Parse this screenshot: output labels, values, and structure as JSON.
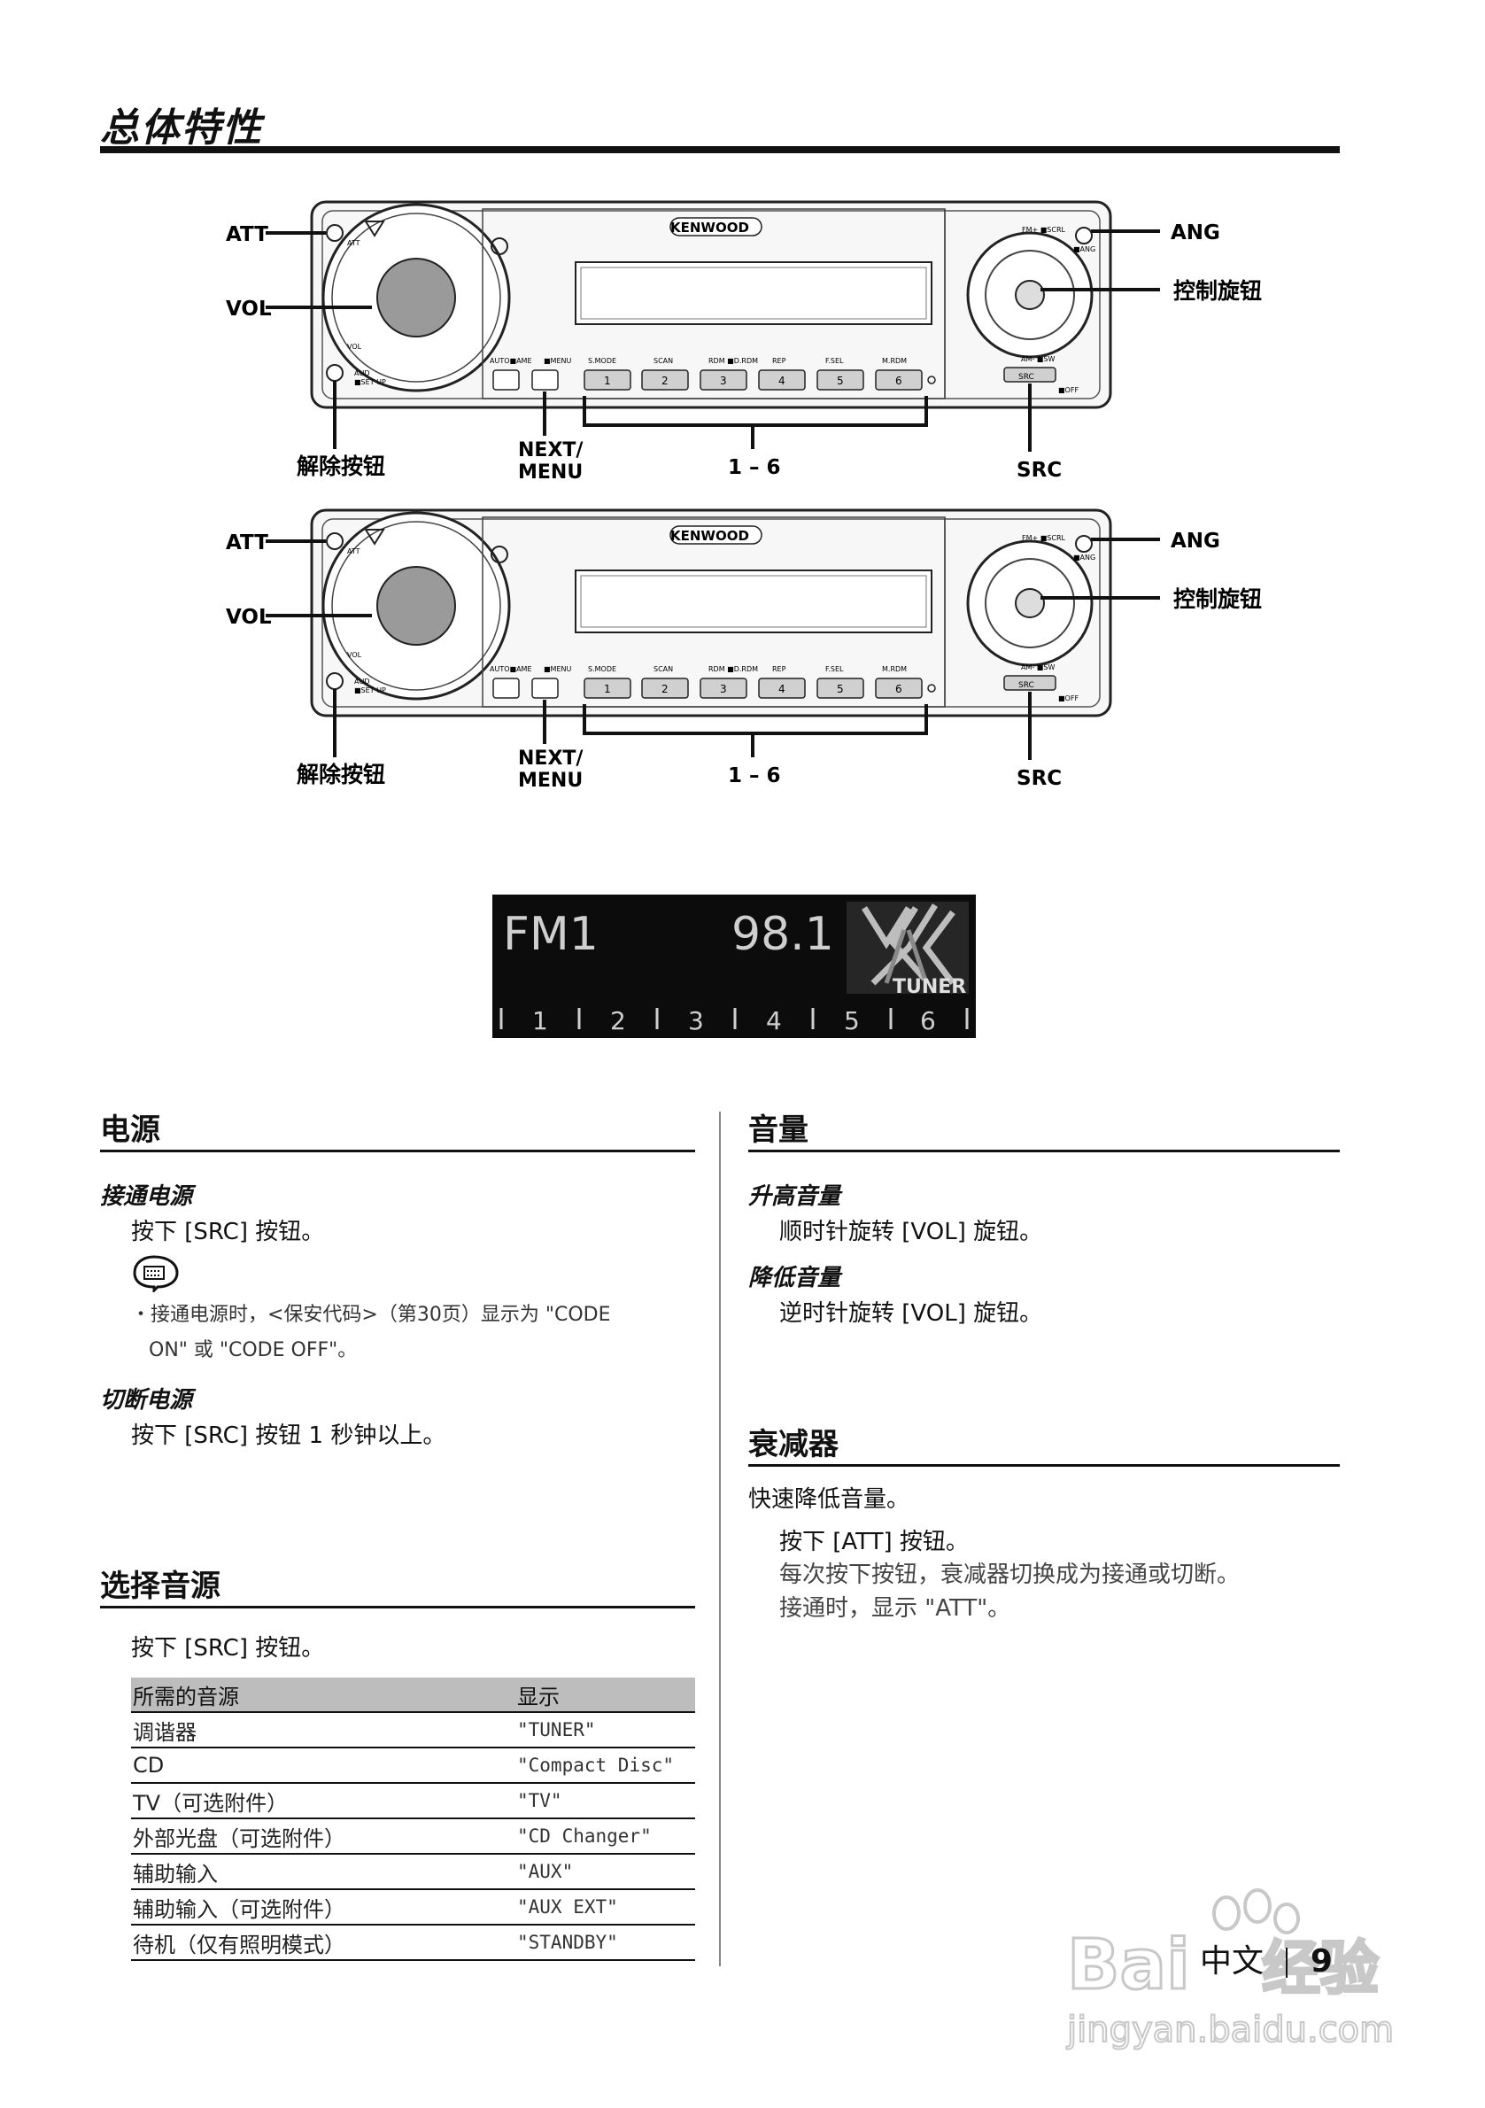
{
  "page": {
    "title": "总体特性",
    "page_label": "中文",
    "page_number": "9"
  },
  "diagram": {
    "brand": "KENWOOD",
    "labels": {
      "att": "ATT",
      "vol": "VOL",
      "release": "解除按钮",
      "ang": "ANG",
      "control_knob": "控制旋钮",
      "next": "NEXT/",
      "menu": "MENU",
      "presets": "1 – 6",
      "src": "SRC"
    },
    "panel_text": {
      "att_small": "ATT",
      "vol_small": "VOL",
      "aud_small": "AUD",
      "setup_small": "■SET UP",
      "auto": "AUTO■AME",
      "menu_small": "■MENU",
      "btn_labels": [
        "S.MODE",
        "SCAN",
        "RDM\n■D.RDM",
        "REP",
        "F.SEL",
        "M.RDM"
      ],
      "preset_numbers": [
        "1",
        "2",
        "3",
        "4",
        "5",
        "6"
      ],
      "fm_scrl": "FM+ ■SCRL",
      "ang_small": "■ANG",
      "am_sw": "AM- ■SW",
      "src_btn": "SRC",
      "off_small": "■OFF"
    }
  },
  "display": {
    "band": "FM1",
    "frequency": "98.1",
    "source": "TUNER",
    "presets": [
      "1",
      "2",
      "3",
      "4",
      "5",
      "6"
    ]
  },
  "sections": {
    "power": {
      "title": "电源",
      "on_title": "接通电源",
      "on_step": "按下 [SRC] 按钮。",
      "note_line1": "・接通电源时，<保安代码>（第30页）显示为 \"CODE",
      "note_line2": "ON\" 或 \"CODE OFF\"。",
      "off_title": "切断电源",
      "off_step": "按下 [SRC] 按钮 1 秒钟以上。"
    },
    "source_select": {
      "title": "选择音源",
      "step": "按下 [SRC] 按钮。",
      "table_headers": [
        "所需的音源",
        "显示"
      ],
      "table_rows": [
        [
          "调谐器",
          "\"TUNER\""
        ],
        [
          "CD",
          "\"Compact Disc\""
        ],
        [
          "TV（可选附件）",
          "\"TV\""
        ],
        [
          "外部光盘（可选附件）",
          "\"CD Changer\""
        ],
        [
          "辅助输入",
          "\"AUX\""
        ],
        [
          "辅助输入（可选附件）",
          "\"AUX EXT\""
        ],
        [
          "待机（仅有照明模式）",
          "\"STANDBY\""
        ]
      ]
    },
    "volume": {
      "title": "音量",
      "up_title": "升高音量",
      "up_step": "顺时针旋转 [VOL] 旋钮。",
      "down_title": "降低音量",
      "down_step": "逆时针旋转 [VOL] 旋钮。"
    },
    "attenuator": {
      "title": "衰减器",
      "intro": "快速降低音量。",
      "step": "按下 [ATT] 按钮。",
      "desc1": "每次按下按钮，衰减器切换成为接通或切断。",
      "desc2": "接通时，显示 \"ATT\"。"
    }
  },
  "watermark": {
    "brand": "Bai",
    "brand2": "经验",
    "url": "jingyan.baidu.com"
  }
}
